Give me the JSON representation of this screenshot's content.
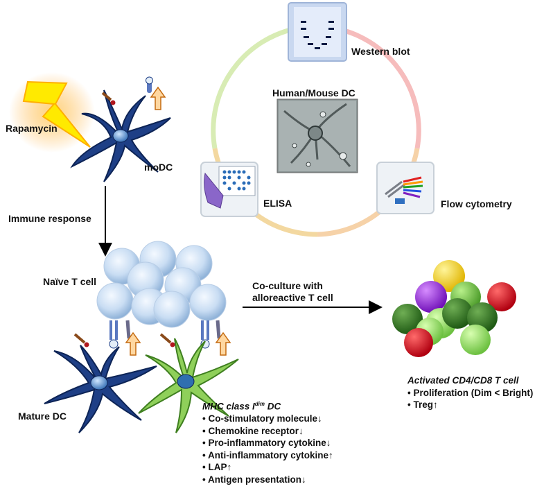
{
  "labels": {
    "rapamycin": "Rapamycin",
    "modc": "moDC",
    "immune_response": "Immune response",
    "naive_t_cell": "Naïve T cell",
    "mature_dc": "Mature DC",
    "western_blot": "Western blot",
    "human_mouse_dc": "Human/Mouse DC",
    "elisa": "ELISA",
    "flow_cytometry": "Flow cytometry",
    "coculture_line1": "Co-culture with",
    "coculture_line2": "alloreactive T cell"
  },
  "mhc_panel": {
    "title_prefix": "MHC class I",
    "title_sup": "dim",
    "title_suffix": " DC",
    "items": [
      "Co-stimulatory molecule↓",
      "Chemokine receptor↓",
      "Pro-inflammatory cytokine↓",
      "Anti-inflammatory cytokine↑",
      "LAP↑",
      "Antigen presentation↓"
    ]
  },
  "activated_panel": {
    "title": "Activated CD4/CD8 T cell",
    "items": [
      "Proliferation (Dim < Bright)",
      "Treg↑"
    ]
  },
  "colors": {
    "dc_blue": "#1e3f86",
    "dc_green": "#7fc24a",
    "t_cell": "#c7dcf3",
    "ring_top_right": "#f2a0a0",
    "ring_left": "#c9e39a",
    "ring_bottom": "#f3c98a",
    "lightning": "#ffe600"
  }
}
